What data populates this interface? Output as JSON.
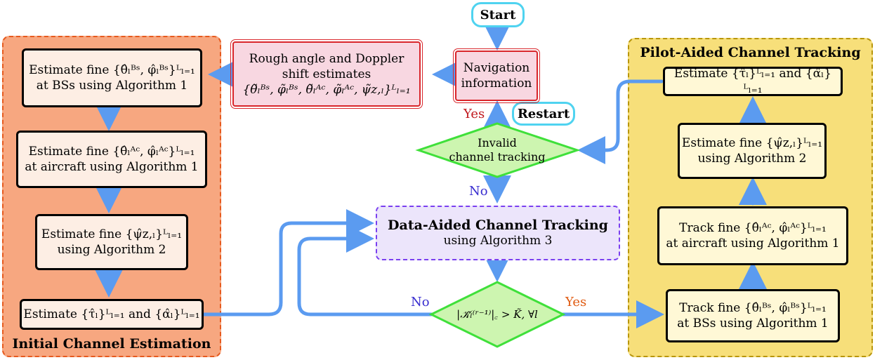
{
  "nodes": {
    "start": "Start",
    "restart": "Restart",
    "navigation": [
      "Navigation",
      "information"
    ],
    "rough": [
      "Rough angle and Doppler",
      "shift estimates",
      "{θ̃ₗᴮˢ, φ̃ₗᴮˢ, θ̃ₗᴬᶜ, φ̃ₗᴬᶜ, ψ̃z,ₗ}ᴸₗ₌₁"
    ],
    "left_1": [
      "Estimate fine {θ̂ₗᴮˢ, φ̂ₗᴮˢ}ᴸₗ₌₁",
      "at BSs using Algorithm 1"
    ],
    "left_2": [
      "Estimate fine {θ̂ₗᴬᶜ, φ̂ₗᴬᶜ}ᴸₗ₌₁",
      "at aircraft using Algorithm 1"
    ],
    "left_3": [
      "Estimate fine {ψ̂z,ₗ}ᴸₗ₌₁",
      "using Algorithm 2"
    ],
    "left_4": "Estimate {τ̂ₗ}ᴸₗ₌₁ and {α̂ₗ}ᴸₗ₌₁",
    "invalid": [
      "Invalid",
      "channel tracking"
    ],
    "data_aided": [
      "Data-Aided Channel Tracking",
      "using Algorithm 3"
    ],
    "condition": "|𝒦̃ₗ⁽ʳ⁻¹⁾|꜀ > K̃, ∀l",
    "right_1": "Estimate {τ̂ₗ}ᴸₗ₌₁ and {α̂ₗ}ᴸₗ₌₁",
    "right_2": [
      "Estimate fine {ψ̂z,ₗ}ᴸₗ₌₁",
      "using Algorithm 2"
    ],
    "right_3": [
      "Track fine {θ̂ₗᴬᶜ, φ̂ₗᴬᶜ}ᴸₗ₌₁",
      "at aircraft using Algorithm 1"
    ],
    "right_4": [
      "Track fine {θ̂ₗᴮˢ, φ̂ₗᴮˢ}ᴸₗ₌₁",
      "at BSs using Algorithm 1"
    ]
  },
  "panels": {
    "left_title": "Initial Channel Estimation",
    "right_title": "Pilot-Aided Channel Tracking"
  },
  "edge_labels": {
    "yes_top": "Yes",
    "no_mid": "No",
    "no_left": "No",
    "yes_right": "Yes"
  },
  "colors": {
    "arrow": "#5b9bf0",
    "left_panel": "#f7a780",
    "right_panel": "#f7df7a",
    "diamond_fill": "#cdf5b0",
    "diamond_stroke": "#3fe03a"
  }
}
